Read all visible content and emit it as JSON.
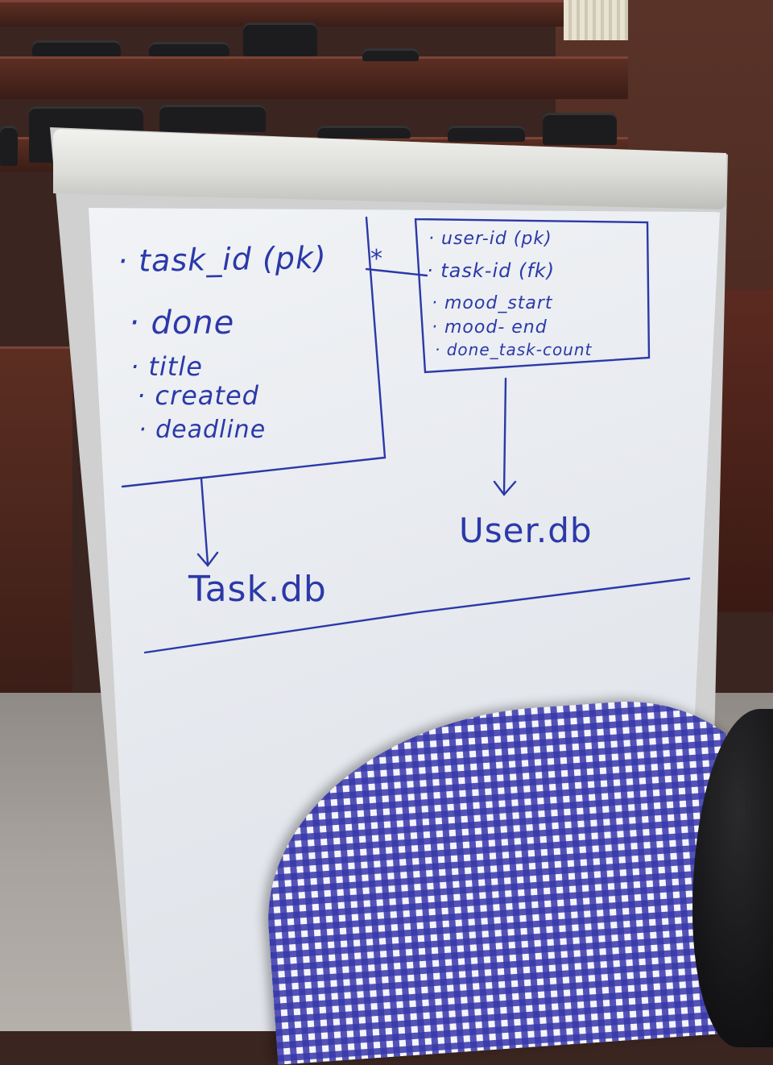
{
  "scene": {
    "description_tags": [
      "whiteboard",
      "lecture-hall",
      "person-in-gingham-shirt"
    ]
  },
  "whiteboard": {
    "task_fields": [
      "task_id (pk)",
      "done",
      "title",
      "created",
      "deadline"
    ],
    "relation_marker": "*",
    "user_fields": [
      "user-id (pk)",
      "task-id (fk)",
      "mood_start",
      "mood- end",
      "done_task-count"
    ],
    "task_db_label": "Task.db",
    "user_db_label": "User.db"
  },
  "colors": {
    "ink": "#2b39a8",
    "board": "#eceff3",
    "wood": "#5c2e22"
  }
}
